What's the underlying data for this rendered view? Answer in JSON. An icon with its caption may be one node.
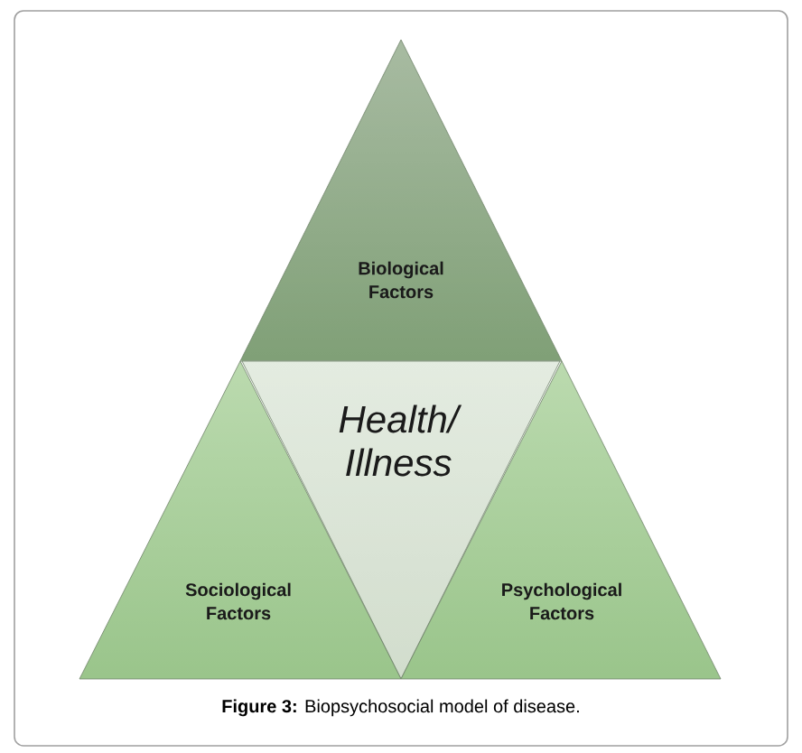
{
  "diagram": {
    "caption": "**Figure 3:** Biopsychosocial model of disease.",
    "nodes": [
      {
        "text": [
          "Biological Factors"
        ]
      },
      {
        "text": [
          "Health/ Illness"
        ]
      },
      {
        "text": [
          "Sociological Factors"
        ]
      },
      {
        "text": [
          "Psychological Factors"
        ]
      }
    ]
  }
}
